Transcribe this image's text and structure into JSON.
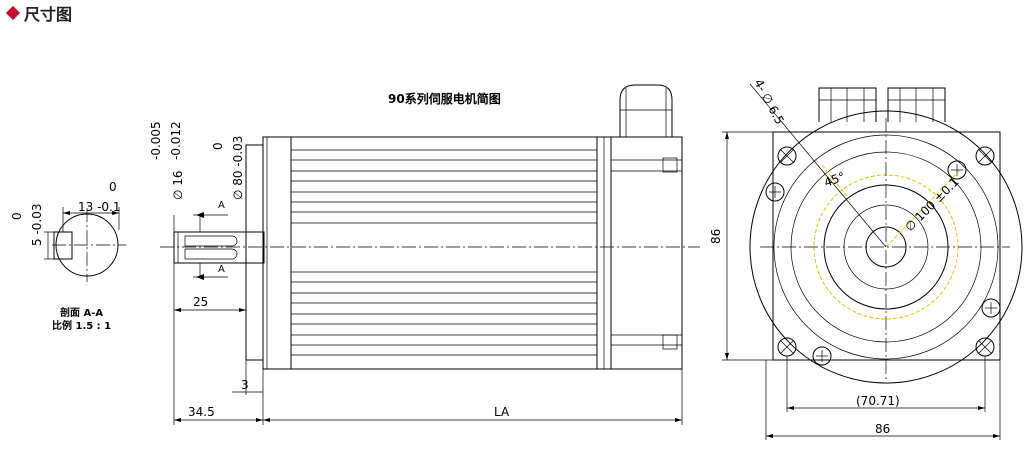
{
  "header": {
    "title": "尺寸图",
    "accent_color": "#c8102e"
  },
  "drawing": {
    "title": "90系列伺服电机简图",
    "section": {
      "name": "剖面 A-A",
      "scale": "比例 1.5 : 1",
      "key_width_upper": "0",
      "key_width_main": "13 -0.1",
      "key_depth_upper": "0",
      "key_depth_main": "5 -0.03"
    },
    "side_view": {
      "tol_a": "-0.005",
      "tol_b": "-0.012",
      "shaft_dia": "∅ 16",
      "flange_tol": "0",
      "flange_dia": "∅ 80 -0.03",
      "section_mark": "A",
      "key_length": "25",
      "flange_thickness": "3",
      "shaft_length": "34.5",
      "body_length": "LA"
    },
    "front_view": {
      "holes": "4- ∅ 6.5",
      "angle": "45°",
      "pcd": "∅ 100 ±0.1",
      "height": "86",
      "ref_width": "(70.71)",
      "width": "86"
    }
  }
}
